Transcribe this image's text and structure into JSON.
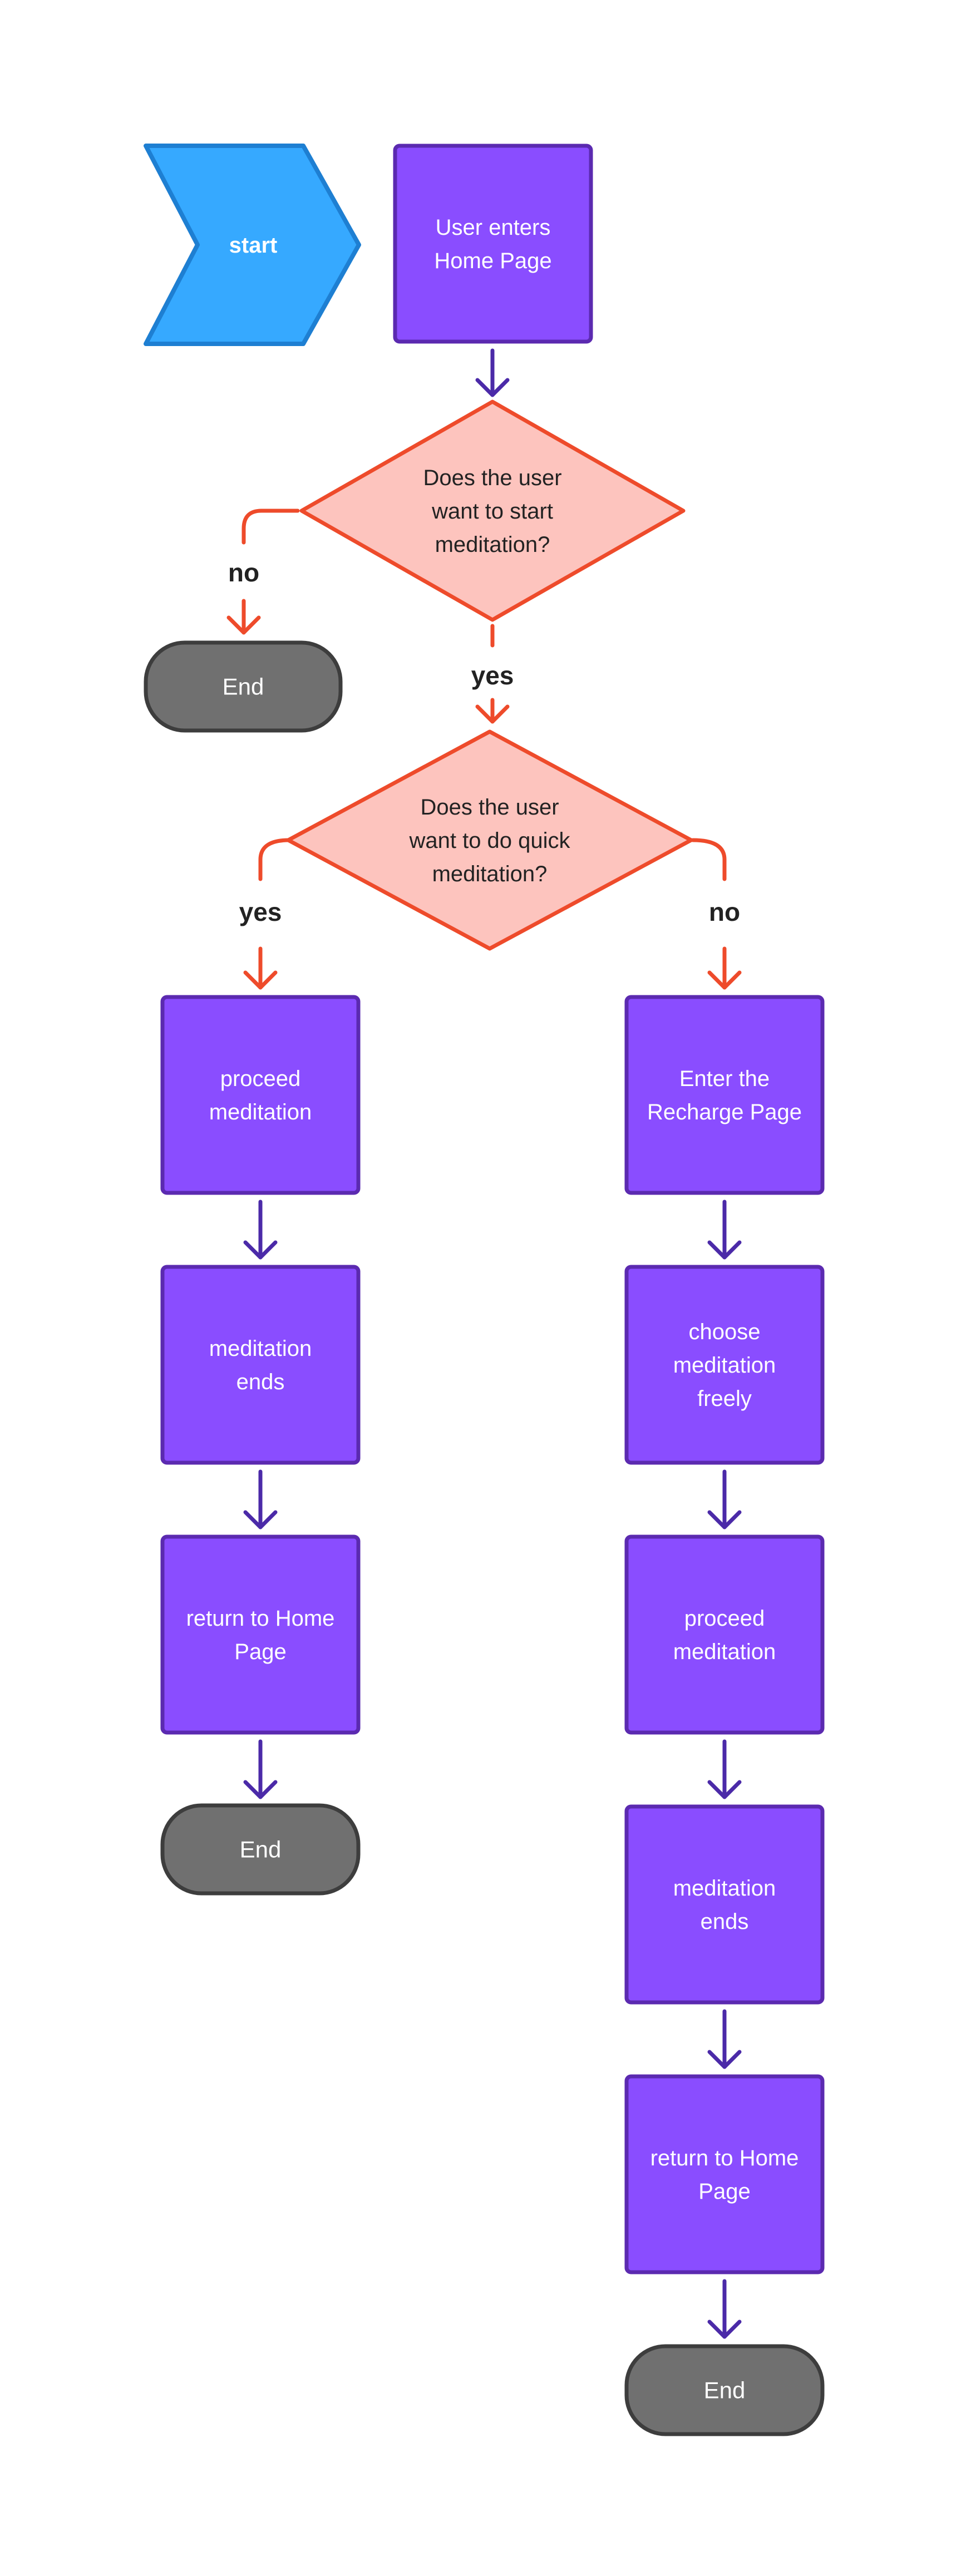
{
  "colors": {
    "process_fill": "#8A4DFF",
    "process_stroke": "#5B2AB0",
    "start_fill": "#36A9FF",
    "start_stroke": "#1E7FD2",
    "decision_fill": "#FDC4BE",
    "decision_stroke": "#EE4B2B",
    "end_fill": "#707070",
    "end_stroke": "#3D3D3D",
    "arrow_purple": "#4B2AA8",
    "arrow_red": "#EE4B2B",
    "label_text": "#222222"
  },
  "nodes": {
    "start": {
      "lines": [
        "start"
      ]
    },
    "home": {
      "lines": [
        "User enters",
        "Home Page"
      ]
    },
    "decision1": {
      "lines": [
        "Does the user",
        "want to start",
        "meditation?"
      ]
    },
    "end1": {
      "lines": [
        "End"
      ]
    },
    "decision2": {
      "lines": [
        "Does the user",
        "want to do quick",
        "meditation?"
      ]
    },
    "left1": {
      "lines": [
        "proceed",
        "meditation"
      ]
    },
    "left2": {
      "lines": [
        "meditation",
        "ends"
      ]
    },
    "left3": {
      "lines": [
        "return to Home",
        "Page"
      ]
    },
    "end2": {
      "lines": [
        "End"
      ]
    },
    "right1": {
      "lines": [
        "Enter the",
        "Recharge Page"
      ]
    },
    "right2": {
      "lines": [
        "choose",
        "meditation",
        "freely"
      ]
    },
    "right3": {
      "lines": [
        "proceed",
        "meditation"
      ]
    },
    "right4": {
      "lines": [
        "meditation",
        "ends"
      ]
    },
    "right5": {
      "lines": [
        "return to Home",
        "Page"
      ]
    },
    "end3": {
      "lines": [
        "End"
      ]
    }
  },
  "edge_labels": {
    "d1_no": "no",
    "d1_yes": "yes",
    "d2_yes": "yes",
    "d2_no": "no"
  }
}
